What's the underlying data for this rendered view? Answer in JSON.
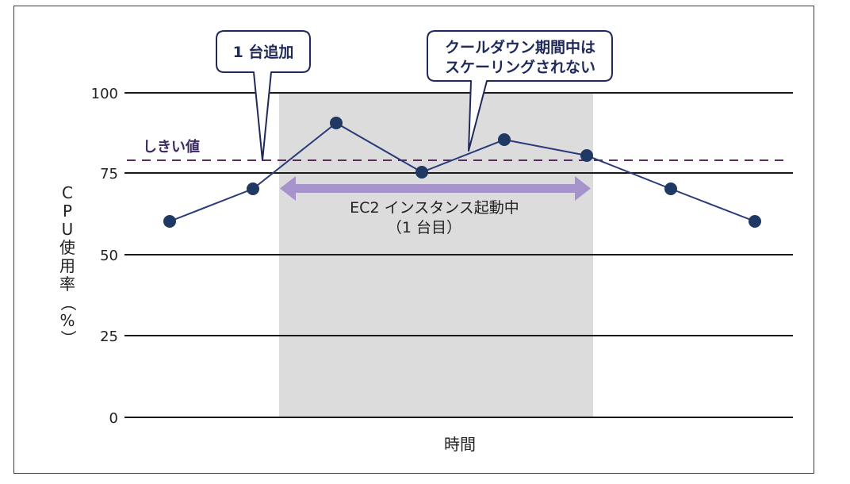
{
  "chart_data": {
    "type": "line",
    "title": "",
    "xlabel": "時間",
    "ylabel": "CPU使用率（%）",
    "ylim": [
      0,
      100
    ],
    "yticks": [
      0,
      25,
      50,
      75,
      100
    ],
    "grid": true,
    "x": [
      1,
      2,
      3,
      4,
      5,
      6,
      7,
      8
    ],
    "series": [
      {
        "name": "CPU使用率",
        "values": [
          60,
          70,
          90,
          75,
          85,
          80,
          70,
          60
        ],
        "color": "#1f3864"
      }
    ],
    "threshold": {
      "label": "しきい値",
      "value": 79,
      "color": "#5a2d5e",
      "style": "dashed"
    },
    "shaded_region": {
      "x_start": 2.3,
      "x_end": 6.05,
      "color": "#dcdcdc",
      "label": "クールダウン期間"
    },
    "annotations": [
      {
        "text": "1 台追加",
        "type": "callout",
        "points_to": "threshold crossing between x=2 and x=3"
      },
      {
        "text": "クールダウン期間中は\nスケーリングされない",
        "type": "callout",
        "points_to": "line between x=4 and x=5"
      },
      {
        "text": "EC2 インスタンス起動中\n（1 台目）",
        "type": "double-arrow",
        "color": "#a693cc"
      }
    ]
  },
  "axis": {
    "y_title_chars": [
      "C",
      "P",
      "U",
      "使",
      "用",
      "率",
      "（",
      "%",
      "）"
    ],
    "x_title": "時間",
    "y_ticks": [
      "100",
      "75",
      "50",
      "25",
      "0"
    ]
  },
  "labels": {
    "threshold": "しきい値",
    "callout_add": "1 台追加",
    "callout_cooldown_line1": "クールダウン期間中は",
    "callout_cooldown_line2": "スケーリングされない",
    "arrow_line1": "EC2 インスタンス起動中",
    "arrow_line2": "（1 台目）"
  },
  "colors": {
    "line": "#2b3a7a",
    "marker": "#1f3864",
    "threshold": "#5a2d5e",
    "shade": "#dcdcdc",
    "arrow": "#a693cc",
    "callout_border": "#1f2a5a",
    "grid": "#1a1a1a"
  }
}
